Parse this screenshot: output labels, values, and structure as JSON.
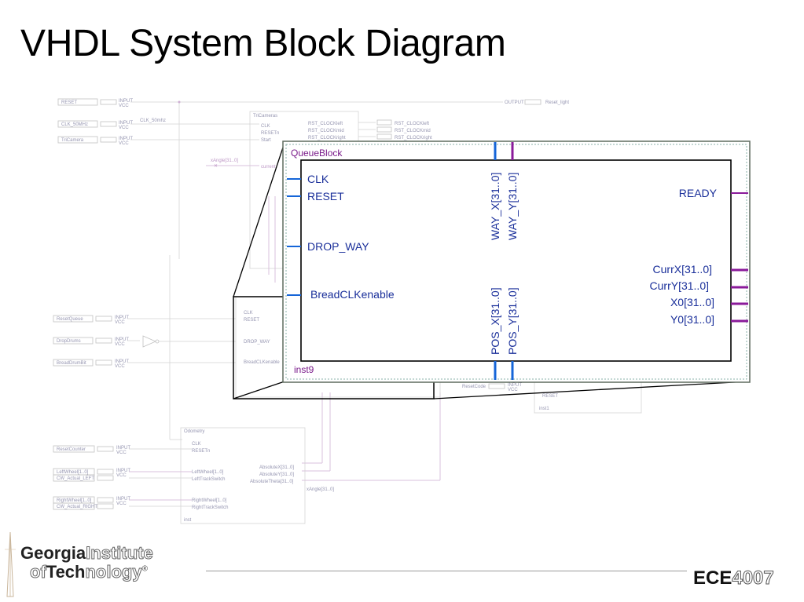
{
  "slide": {
    "title": "VHDL System Block Diagram"
  },
  "colors": {
    "port_blue": "#1565d8",
    "port_purple": "#8a1a9a",
    "label_blue": "#1a2f9a",
    "faint_wire": "#c9b3d3",
    "faint_box": "#c8c8c8"
  },
  "zoom_block": {
    "name": "QueueBlock",
    "instance": "inst9",
    "inputs": [
      "CLK",
      "RESET",
      "DROP_WAY",
      "BreadCLKenable"
    ],
    "top_ports": [
      "WAY_X[31..0]",
      "WAY_Y[31..0]"
    ],
    "bottom_ports": [
      "POS_X[31..0]",
      "POS_Y[31..0]"
    ],
    "outputs": [
      "READY",
      "CurrX[31..0]",
      "CurrY[31..0]",
      "X0[31..0]",
      "Y0[31..0]"
    ]
  },
  "background": {
    "top_pins": [
      "RESET",
      "CLK_50MHz",
      "TriCamera"
    ],
    "clk_wire": "CLK_50mhz",
    "output_pin": "Reset_light",
    "camera_block": {
      "name": "TriCameras",
      "ports": [
        "CLK",
        "RESETn",
        "Start"
      ],
      "outputs": [
        "RST_CLOCKleft",
        "RST_CLOCKmid",
        "RST_CLOCKright"
      ],
      "output_pins": [
        "RST_CLOCKleft",
        "RST_CLOCKmid",
        "RST_CLOCKright"
      ],
      "port_current": "current",
      "wire_label": "xAngle[31..0]"
    },
    "queue_shadow": {
      "ports": [
        "CLK",
        "RESET",
        "DROP_WAY",
        "BreadCLKenable"
      ]
    },
    "left_pins": [
      "ResetQueue",
      "DropDrums",
      "BreadDrumBit"
    ],
    "odometry_block": {
      "name": "Odometry",
      "ports": [
        "CLK",
        "RESETn",
        "LeftWheel[1..0]",
        "LeftTrackSwitch",
        "RightWheel[1..0]",
        "RightTrackSwitch"
      ],
      "outputs": [
        "AbsoluteX[31..0]",
        "AbsoluteY[31..0]",
        "AbsoluteTheta[31..0]"
      ],
      "out_label": "xAngle[31..0]",
      "instance": "inst"
    },
    "odo_pins": [
      "ResetCounter",
      "LeftWheel[1..0]",
      "CW_Actual_LEFT",
      "RightWheel[1..0]",
      "CW_Actual_RIGHT"
    ],
    "right_pin": "ResetCode",
    "right_block_port": "RESET",
    "right_block_instance": "inst1",
    "pin_tag": "INPUT",
    "pin_tag_sub": "VCC",
    "out_tag": "OUTPUT"
  },
  "footer": {
    "institute_line1_bold": "Georgia",
    "institute_line1_outline": "Institute",
    "institute_line2_outline_a": "of",
    "institute_line2_bold": "Tech",
    "institute_line2_outline_b": "nology",
    "trademark": "®",
    "course_prefix": "ECE",
    "course_number": "4007"
  }
}
